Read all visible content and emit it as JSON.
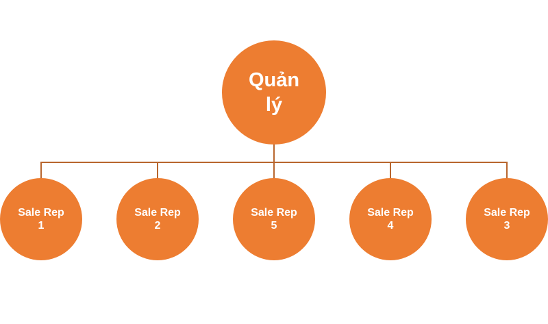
{
  "root": {
    "line1": "Quản",
    "line2": "lý"
  },
  "children": [
    {
      "label": "Sale Rep",
      "num": "1"
    },
    {
      "label": "Sale Rep",
      "num": "2"
    },
    {
      "label": "Sale Rep",
      "num": "5"
    },
    {
      "label": "Sale Rep",
      "num": "4"
    },
    {
      "label": "Sale Rep",
      "num": "3"
    }
  ],
  "colors": {
    "node": "#ED7D31",
    "connector": "#B8662E"
  }
}
